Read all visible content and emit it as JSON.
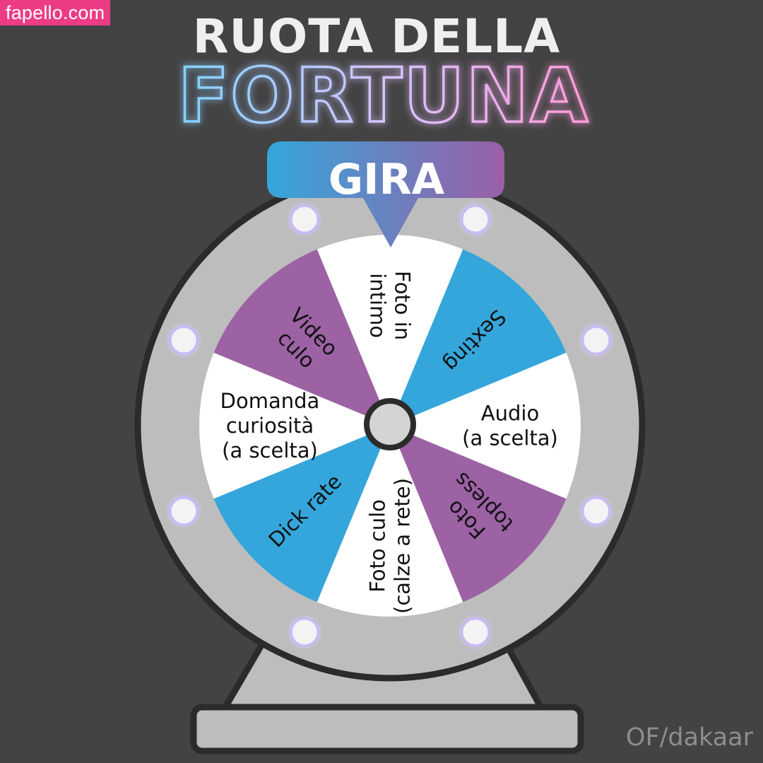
{
  "watermark_top": "fapello.com",
  "watermark_bottom": "OF/dakaar",
  "title": {
    "line1": "RUOTA DELLA",
    "line2": "FORTUNA"
  },
  "spin_button": {
    "label": "GIRA"
  },
  "wheel": {
    "segments": [
      {
        "lines": [
          "Foto in",
          "intimo"
        ],
        "color": "#ffffff"
      },
      {
        "lines": [
          "Sexting"
        ],
        "color": "#35a6db"
      },
      {
        "lines": [
          "Audio",
          "(a scelta)"
        ],
        "color": "#ffffff"
      },
      {
        "lines": [
          "Foto",
          "topless"
        ],
        "color": "#9c62a4"
      },
      {
        "lines": [
          "Foto culo",
          "(calze a rete)"
        ],
        "color": "#ffffff"
      },
      {
        "lines": [
          "Dick rate"
        ],
        "color": "#35a6db"
      },
      {
        "lines": [
          "Domanda",
          "curiosità",
          "(a scelta)"
        ],
        "color": "#ffffff"
      },
      {
        "lines": [
          "Video",
          "culo"
        ],
        "color": "#9c62a4"
      }
    ]
  },
  "colors": {
    "background": "#444344",
    "rim": "#bdbdbd",
    "outline": "#2b2b2b",
    "blue": "#35a6db",
    "purple": "#9c62a4"
  }
}
